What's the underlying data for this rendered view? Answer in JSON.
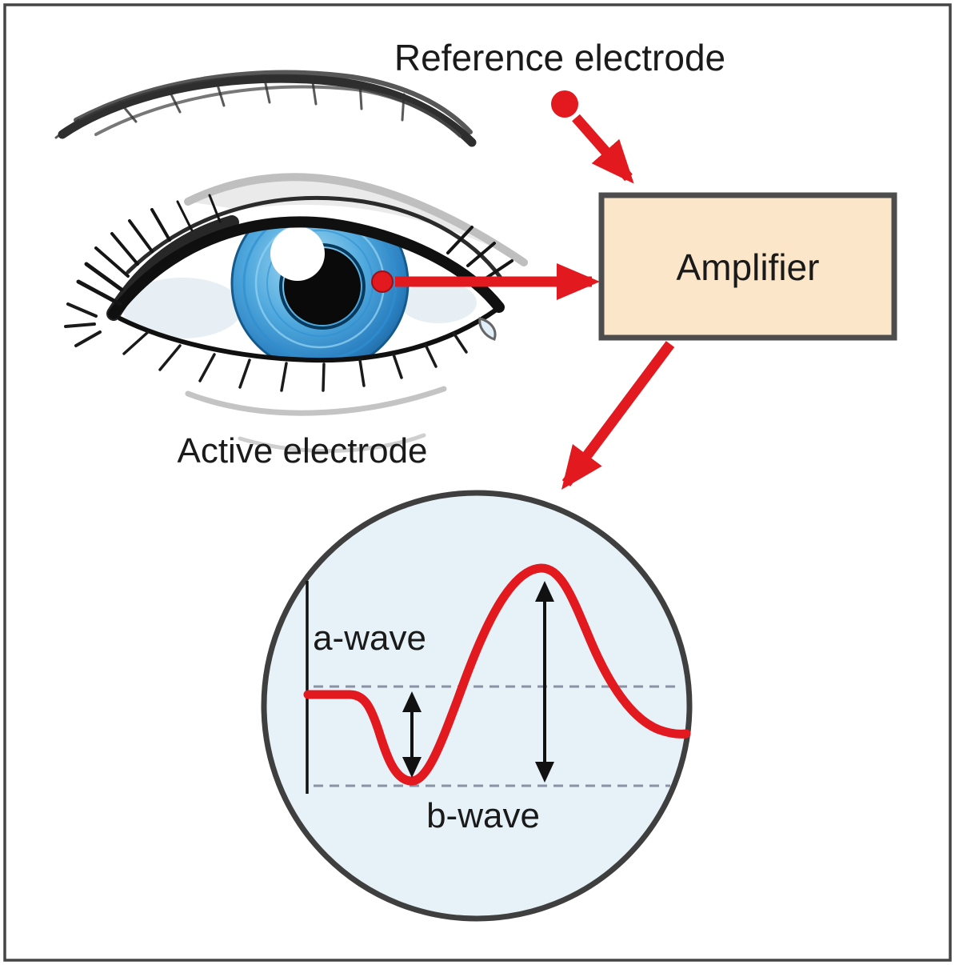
{
  "diagram": {
    "title_context": "Electroretinogram recording setup",
    "labels": {
      "reference_electrode": "Reference electrode",
      "active_electrode": "Active electrode",
      "amplifier": "Amplifier",
      "a_wave": "a-wave",
      "b_wave": "b-wave"
    },
    "colors": {
      "accent_red": "#e2191f",
      "amplifier_fill": "#fbe6ca",
      "waveform_circle_fill": "#e6f2f8",
      "outline_dark": "#454545",
      "iris_blue": "#2a7fc0"
    },
    "chart_data": {
      "type": "line",
      "description": "ERG waveform inside magnifier circle: flat baseline, a-wave negative trough, b-wave positive peak, return toward baseline",
      "annotations": [
        "a-wave amplitude arrow (baseline to trough)",
        "b-wave amplitude arrow (peak to trough level)"
      ],
      "reference_lines": [
        "dashed baseline",
        "dashed trough level"
      ]
    }
  }
}
